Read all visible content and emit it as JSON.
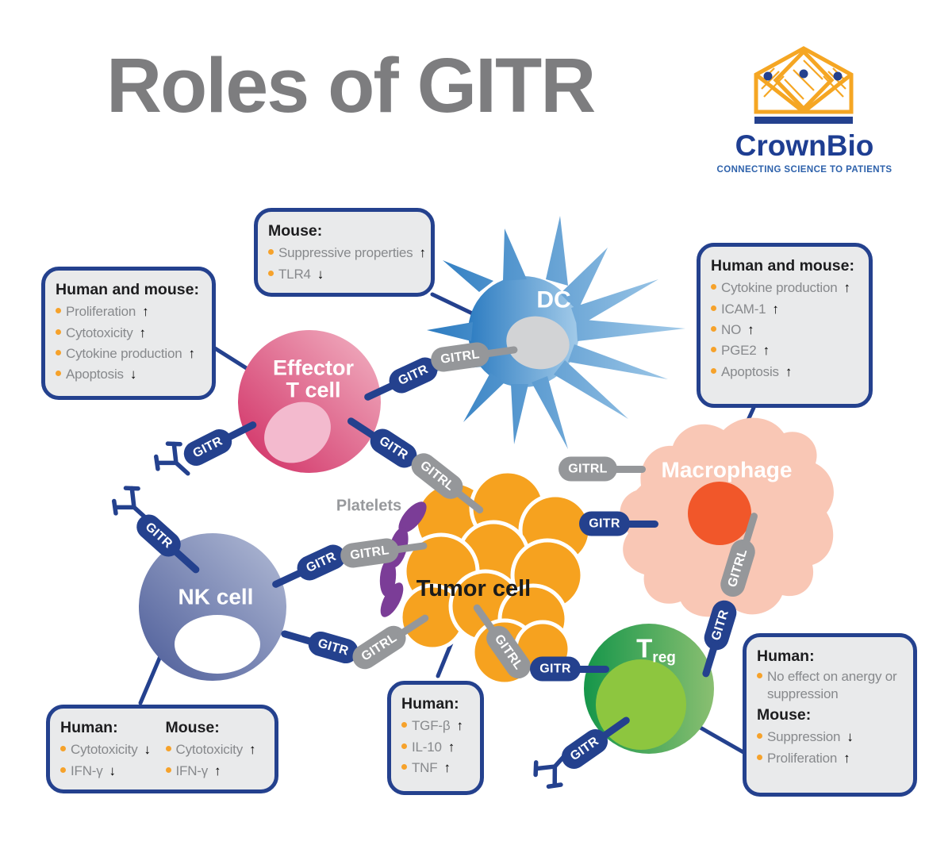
{
  "title": "Roles of GITR",
  "logo": {
    "name": "CrownBio",
    "tagline": "CONNECTING SCIENCE TO PATIENTS"
  },
  "labels": {
    "gitr": "GITR",
    "gitrl": "GITRL",
    "platelets": "Platelets"
  },
  "cells": {
    "effector_t": {
      "line1": "Effector",
      "line2": "T cell"
    },
    "dc": {
      "label": "DC"
    },
    "macrophage": {
      "label": "Macrophage"
    },
    "nk": {
      "label": "NK cell"
    },
    "tumor": {
      "label": "Tumor cell"
    },
    "treg": {
      "main": "T",
      "sub": "reg"
    }
  },
  "boxes": {
    "tcell": {
      "heading": "Human and mouse:",
      "items": [
        {
          "text": "Proliferation",
          "arrow": "↑"
        },
        {
          "text": "Cytotoxicity",
          "arrow": "↑"
        },
        {
          "text": "Cytokine production",
          "arrow": "↑"
        },
        {
          "text": "Apoptosis",
          "arrow": "↓"
        }
      ]
    },
    "dc": {
      "heading": "Mouse:",
      "items": [
        {
          "text": "Suppressive properties",
          "arrow": "↑"
        },
        {
          "text": "TLR4",
          "arrow": "↓"
        }
      ]
    },
    "macrophage": {
      "heading": "Human and mouse:",
      "items": [
        {
          "text": "Cytokine production",
          "arrow": "↑"
        },
        {
          "text": "ICAM-1",
          "arrow": "↑"
        },
        {
          "text": "NO",
          "arrow": "↑"
        },
        {
          "text": "PGE2",
          "arrow": "↑"
        },
        {
          "text": "Apoptosis",
          "arrow": "↑"
        }
      ]
    },
    "nk": {
      "human": {
        "heading": "Human:",
        "items": [
          {
            "text": "Cytotoxicity",
            "arrow": "↓"
          },
          {
            "text": "IFN-γ",
            "arrow": "↓"
          }
        ]
      },
      "mouse": {
        "heading": "Mouse:",
        "items": [
          {
            "text": "Cytotoxicity",
            "arrow": "↑"
          },
          {
            "text": "IFN-γ",
            "arrow": "↑"
          }
        ]
      }
    },
    "tumor": {
      "heading": "Human:",
      "items": [
        {
          "text": "TGF-β",
          "arrow": "↑"
        },
        {
          "text": "IL-10",
          "arrow": "↑"
        },
        {
          "text": "TNF",
          "arrow": "↑"
        }
      ]
    },
    "treg": {
      "human": {
        "heading": "Human:",
        "items": [
          {
            "text": "No effect on anergy or suppression",
            "arrow": ""
          }
        ]
      },
      "mouse": {
        "heading": "Mouse:",
        "items": [
          {
            "text": "Suppression",
            "arrow": "↓"
          },
          {
            "text": "Proliferation",
            "arrow": "↑"
          }
        ]
      }
    }
  },
  "colors": {
    "navy": "#24418e",
    "pill_gray": "#95979a",
    "bullet_orange": "#f6a22b",
    "box_bg": "#e9eaeb",
    "title_gray": "#7d7d7f",
    "crown_orange": "#f5a623",
    "tcell_pink": "#d9326b",
    "dc_blue": "#2d7cc1",
    "macrophage_salmon": "#f9c7b5",
    "macrophage_nucleus": "#f1572a",
    "nk_slate": "#4f5f9b",
    "tumor_orange": "#f6a21f",
    "platelet_purple": "#7b3d97",
    "treg_green": "#15964a",
    "treg_inner": "#8dc63f"
  }
}
